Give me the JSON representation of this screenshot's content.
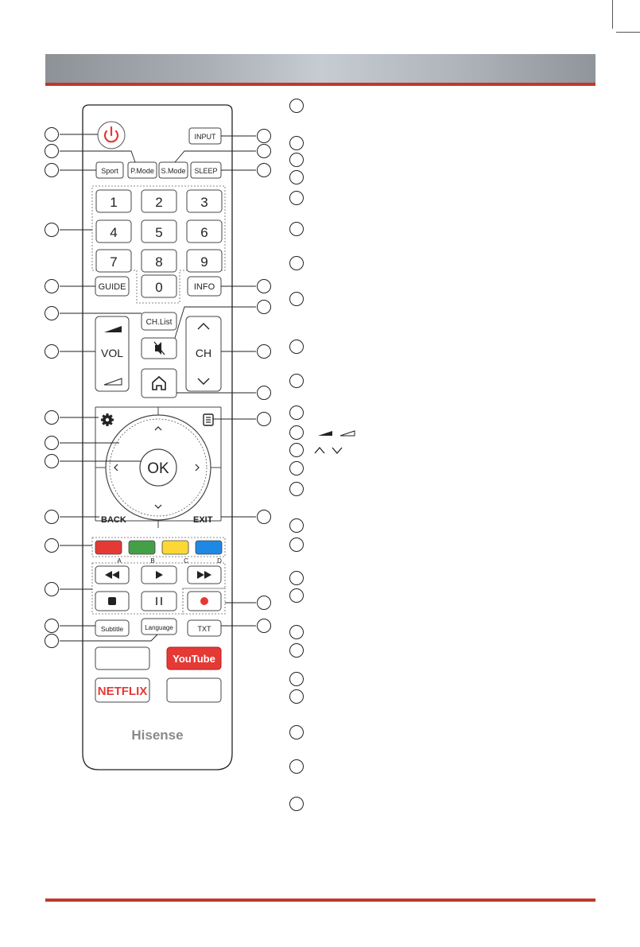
{
  "remote": {
    "buttons": {
      "input": "INPUT",
      "sport": "Sport",
      "p_mode": "P.Mode",
      "s_mode": "S.Mode",
      "sleep": "SLEEP",
      "numbers": [
        "1",
        "2",
        "3",
        "4",
        "5",
        "6",
        "7",
        "8",
        "9"
      ],
      "zero": "0",
      "guide": "GUIDE",
      "info": "INFO",
      "ch_list": "CH.List",
      "vol": "VOL",
      "ch": "CH",
      "ok": "OK",
      "back": "BACK",
      "exit": "EXIT",
      "color_keys": [
        {
          "label": "A",
          "color": "#e53935"
        },
        {
          "label": "B",
          "color": "#43a047"
        },
        {
          "label": "C",
          "color": "#fdd835"
        },
        {
          "label": "D",
          "color": "#1e88e5"
        }
      ],
      "subtitle": "Subtitle",
      "language": "Language",
      "txt": "TXT",
      "youtube": "YouTube",
      "netflix": "NETFLIX"
    },
    "brand": "Hisense"
  },
  "icons": [
    "power-icon",
    "mute-icon",
    "home-icon",
    "gear-icon",
    "menu-icon",
    "rewind-icon",
    "play-icon",
    "fast-forward-icon",
    "stop-icon",
    "pause-icon",
    "record-icon",
    "volume-up-icon",
    "volume-down-icon",
    "chevron-up-icon",
    "chevron-down-icon"
  ],
  "legend": {
    "volume_glyphs": "volume-up / volume-down",
    "channel_glyphs": "chevron-up / chevron-down"
  }
}
